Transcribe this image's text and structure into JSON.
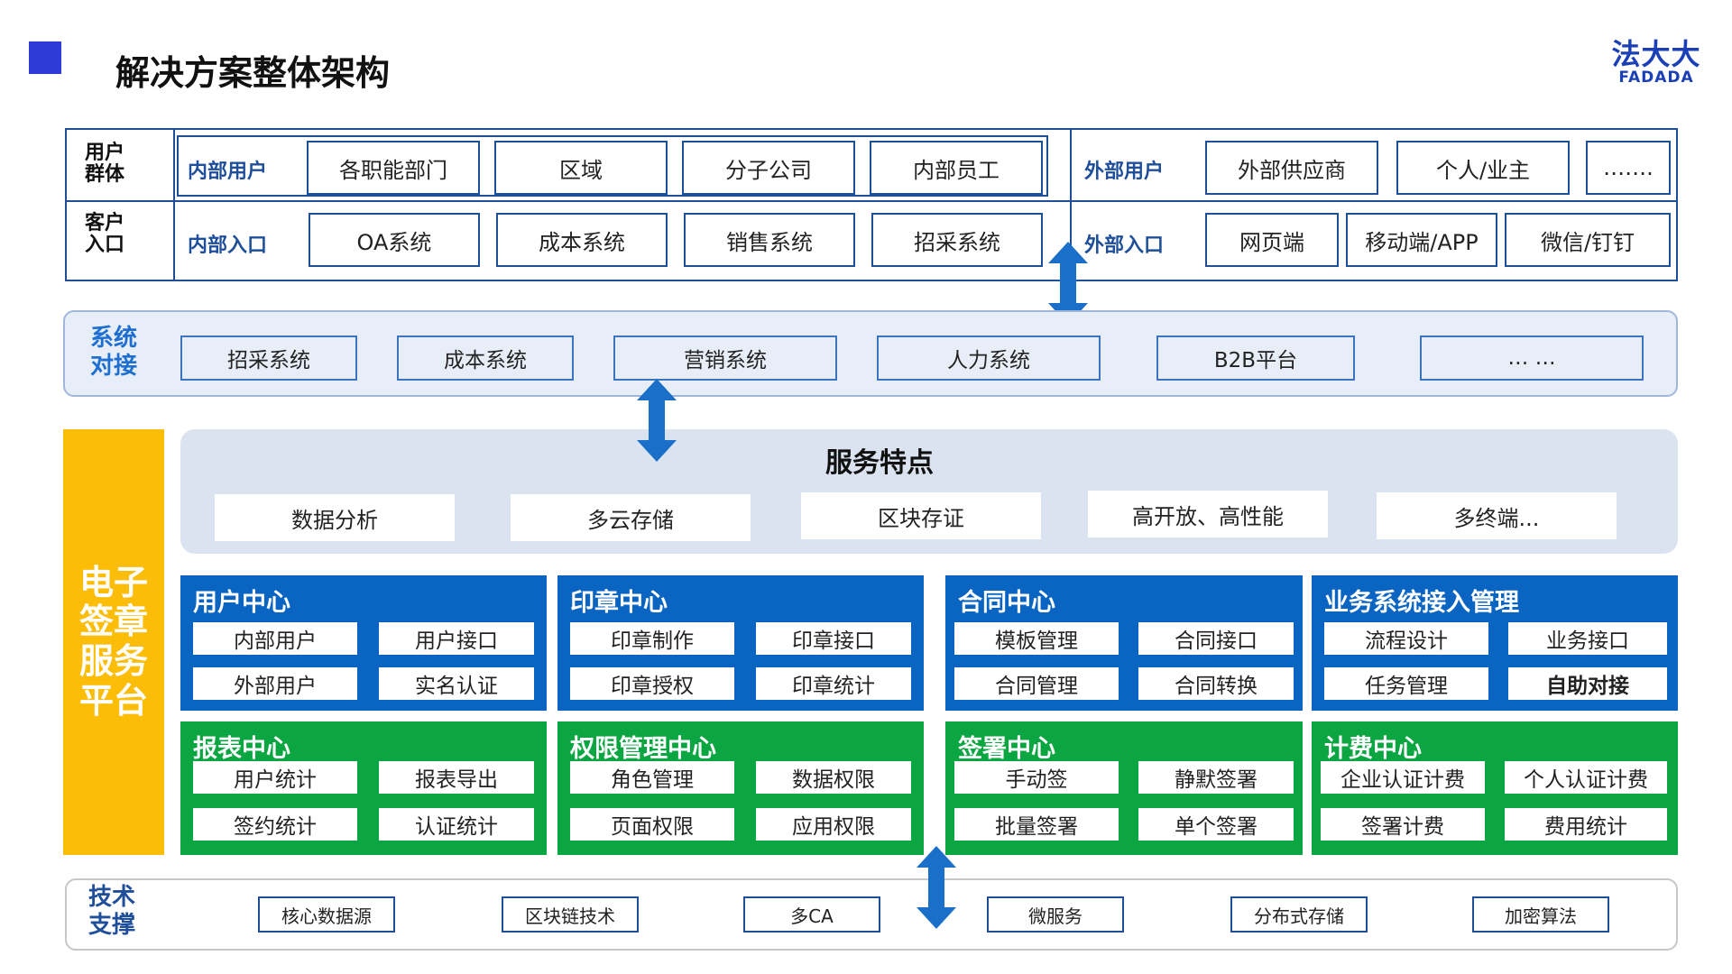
{
  "header": {
    "title": "解决方案整体架构",
    "brand_cn": "法大大",
    "brand_en": "FADADA"
  },
  "users": {
    "row1_label": "用户群体",
    "row2_label": "客户入口",
    "internal_users_label": "内部用户",
    "internal_users": [
      "各职能部门",
      "区域",
      "分子公司",
      "内部员工"
    ],
    "internal_entry_label": "内部入口",
    "internal_entries": [
      "OA系统",
      "成本系统",
      "销售系统",
      "招采系统"
    ],
    "external_users_label": "外部用户",
    "external_users": [
      "外部供应商",
      "个人/业主",
      "……."
    ],
    "external_entry_label": "外部入口",
    "external_entries": [
      "网页端",
      "移动端/APP",
      "微信/钉钉"
    ]
  },
  "system_integration": {
    "label": "系统对接",
    "items": [
      "招采系统",
      "成本系统",
      "营销系统",
      "人力系统",
      "B2B平台",
      "… …"
    ]
  },
  "platform": {
    "label": "电子签章服务平台",
    "service_title": "服务特点",
    "features": [
      "数据分析",
      "多云存储",
      "区块存证",
      "高开放、高性能",
      "多终端..."
    ],
    "modules": [
      {
        "title": "用户中心",
        "items": [
          "内部用户",
          "用户接口",
          "外部用户",
          "实名认证"
        ]
      },
      {
        "title": "印章中心",
        "items": [
          "印章制作",
          "印章接口",
          "印章授权",
          "印章统计"
        ]
      },
      {
        "title": "合同中心",
        "items": [
          "模板管理",
          "合同接口",
          "合同管理",
          "合同转换"
        ]
      },
      {
        "title": "业务系统接入管理",
        "items": [
          "流程设计",
          "业务接口",
          "任务管理",
          "自助对接"
        ]
      },
      {
        "title": "报表中心",
        "items": [
          "用户统计",
          "报表导出",
          "签约统计",
          "认证统计"
        ]
      },
      {
        "title": "权限管理中心",
        "items": [
          "角色管理",
          "数据权限",
          "页面权限",
          "应用权限"
        ]
      },
      {
        "title": "签署中心",
        "items": [
          "手动签",
          "静默签署",
          "批量签署",
          "单个签署"
        ]
      },
      {
        "title": "计费中心",
        "items": [
          "企业认证计费",
          "个人认证计费",
          "签署计费",
          "费用统计"
        ]
      }
    ]
  },
  "tech_support": {
    "label": "技术支撑",
    "items": [
      "核心数据源",
      "区块链技术",
      "多CA",
      "微服务",
      "分布式存储",
      "加密算法"
    ]
  },
  "colors": {
    "blue_module": "#0a65c2",
    "green_module": "#0ba641",
    "platform_yellow": "#fbbd08",
    "arrow_blue": "#1a6fc9",
    "frame_blue": "#1f4e9a"
  }
}
